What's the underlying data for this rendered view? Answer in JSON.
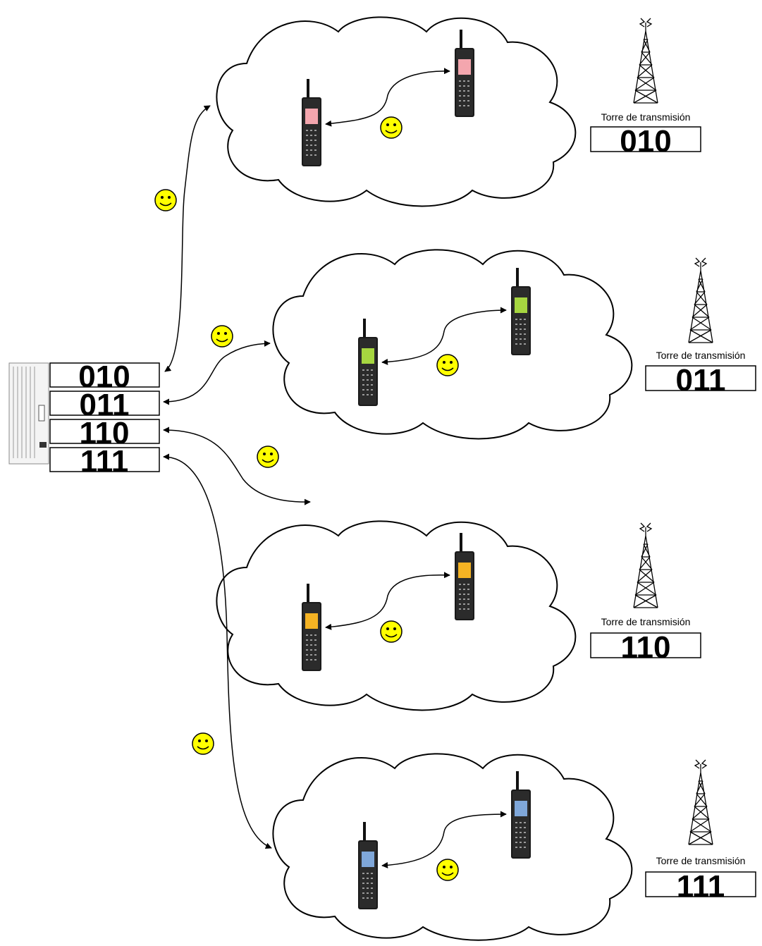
{
  "switch_codes": [
    "010",
    "011",
    "110",
    "111"
  ],
  "cells": [
    {
      "tower_label": "Torre de transmisión",
      "code": "010",
      "screen_color": "#f4a6ae"
    },
    {
      "tower_label": "Torre de transmisión",
      "code": "011",
      "screen_color": "#a6d640"
    },
    {
      "tower_label": "Torre de transmisión",
      "code": "110",
      "screen_color": "#f5b323"
    },
    {
      "tower_label": "Torre de transmisión",
      "code": "111",
      "screen_color": "#7fa7d9"
    }
  ],
  "colors": {
    "smiley_fill": "#ffff00",
    "line": "#000000",
    "cloud_fill": "#ffffff"
  },
  "icons": [
    "server-cabinet-icon",
    "transmission-tower-icon",
    "mobile-phone-icon",
    "smiley-icon",
    "cloud-icon"
  ]
}
